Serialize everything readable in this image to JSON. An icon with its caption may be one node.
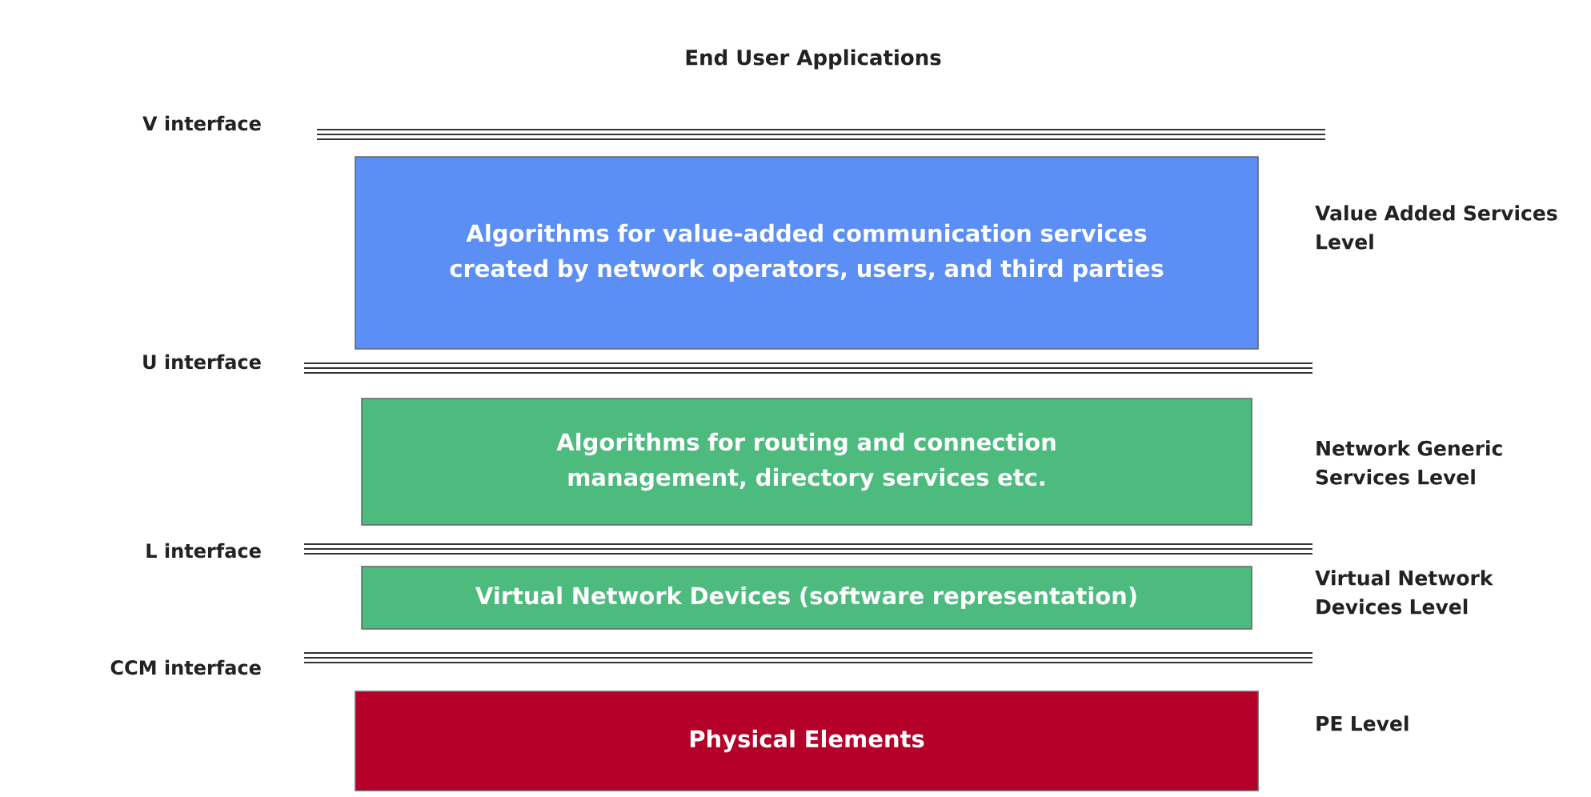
{
  "diagram": {
    "title": "End User Applications",
    "nodes": [
      {
        "text": [
          "Algorithms for value-added communication services created by network operators, users, and third parties"
        ],
        "beside": [
          "Value Added Services Level"
        ]
      },
      {
        "text": [
          "Algorithms for routing and connection management, directory services etc."
        ],
        "beside": [
          "Network Generic Services Level"
        ]
      },
      {
        "text": [
          "Virtual Network Devices (software representation)"
        ],
        "beside": [
          "Virtual Network Devices Level"
        ]
      },
      {
        "text": [
          "Physical Elements"
        ],
        "beside": [
          "PE Level"
        ]
      }
    ],
    "labels": [
      "V interface",
      "U interface",
      "L interface",
      "CCM interface"
    ]
  }
}
